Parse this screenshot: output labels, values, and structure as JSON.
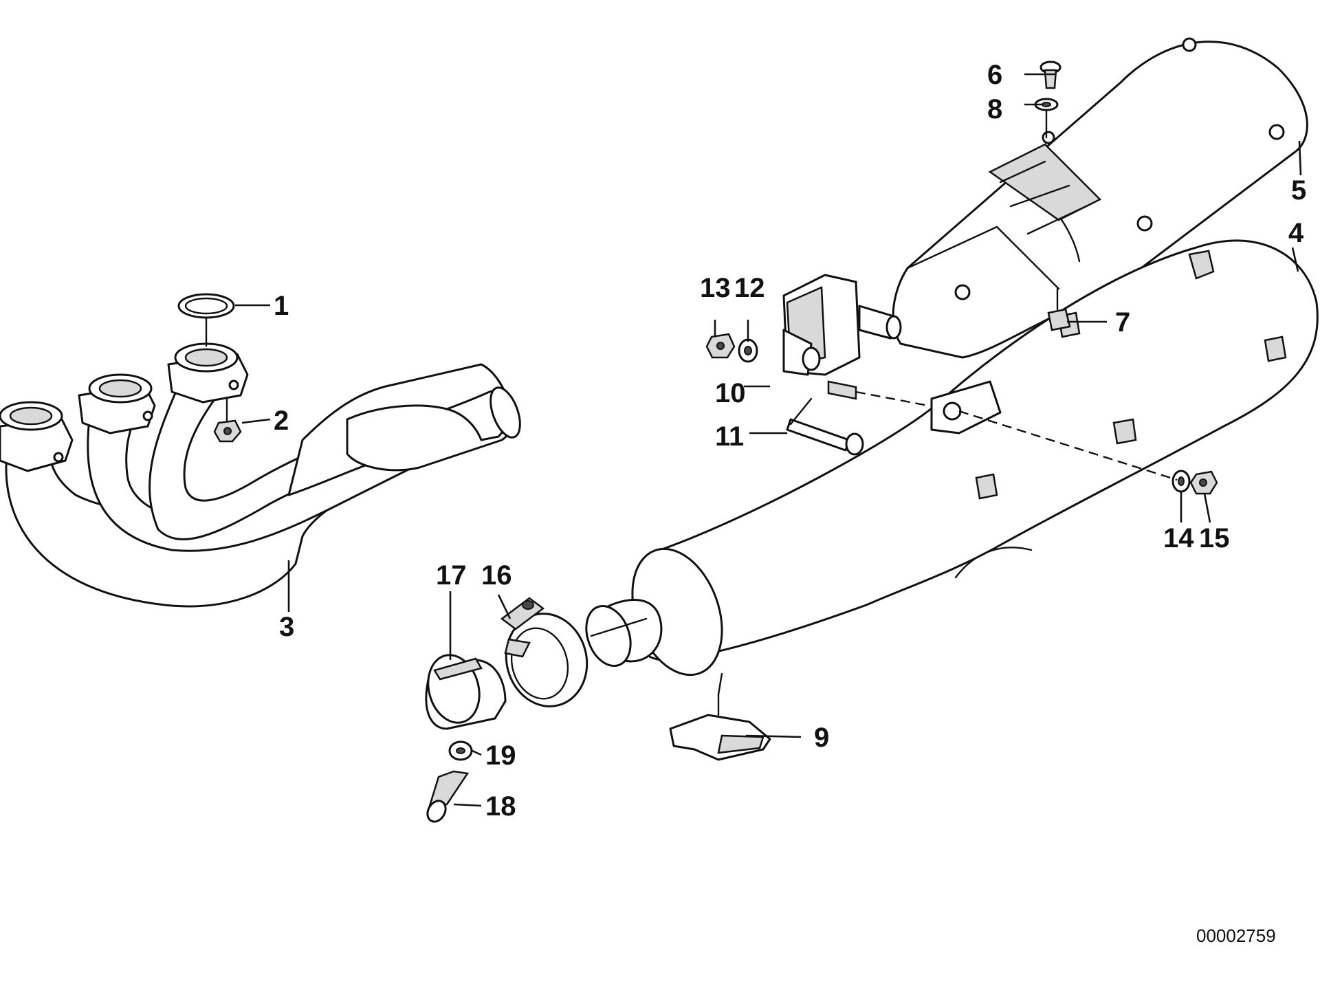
{
  "diagram": {
    "callouts": {
      "c1": "1",
      "c2": "2",
      "c3": "3",
      "c4": "4",
      "c5": "5",
      "c6": "6",
      "c7": "7",
      "c8": "8",
      "c9": "9",
      "c10": "10",
      "c11": "11",
      "c12": "12",
      "c13": "13",
      "c14": "14",
      "c15": "15",
      "c16": "16",
      "c17": "17",
      "c18": "18",
      "c19": "19"
    },
    "document_id": "00002759"
  }
}
